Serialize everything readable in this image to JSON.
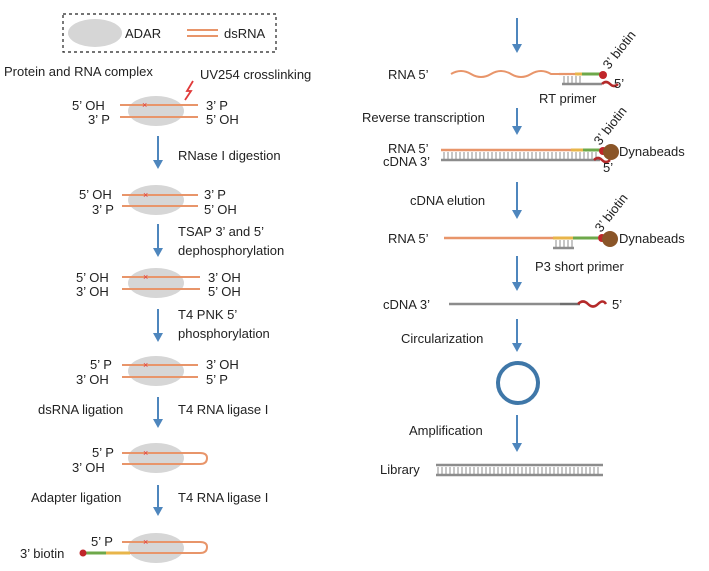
{
  "colors": {
    "arrow": "#4e86bd",
    "strand": "#e8956a",
    "ellipse": "#d6d6d6",
    "green": "#6ea84a",
    "yellow": "#e8b54a",
    "biotin": "#c0262a",
    "wavy": "#b42a2a",
    "dynabead": "#8a5528",
    "cdna": "#8c8c8c",
    "circle": "#3f77a8"
  },
  "legend": {
    "adar": "ADAR",
    "dsrna": "dsRNA"
  },
  "left": {
    "complex_label": "Protein and RNA complex",
    "crosslink_label": "UV254 crosslinking",
    "steps": [
      {
        "top_left": "5’ OH",
        "top_right": "3’ P",
        "bottom_left": "3’ P",
        "bottom_right": "5’ OH"
      },
      {
        "top_left": "5’ OH",
        "top_right": "3’ P",
        "bottom_left": "3’ P",
        "bottom_right": "5’ OH"
      },
      {
        "top_left": "5’ OH",
        "top_right": "3’ OH",
        "bottom_left": "3’ OH",
        "bottom_right": "5’ OH"
      },
      {
        "top_left": "5’ P",
        "top_right": "3’ OH",
        "bottom_left": "3’ OH",
        "bottom_right": "5’ P"
      },
      {
        "top_left": "5’ P",
        "bottom_left": "3’ OH"
      },
      {
        "top_left": "5’ P",
        "bottom_left": "3’ biotin"
      }
    ],
    "arrows": [
      {
        "label": "RNase I digestion",
        "label2": ""
      },
      {
        "label": "TSAP 3’ and 5’",
        "label2": "dephosphorylation"
      },
      {
        "label": "T4 PNK 5’",
        "label2": "phosphorylation"
      },
      {
        "label": "dsRNA ligation",
        "label2": "T4 RNA ligase I"
      },
      {
        "label": "Adapter ligation",
        "label2": "T4 RNA ligase I"
      }
    ]
  },
  "right": {
    "rna5": "RNA 5’",
    "biotin3": "3’ biotin",
    "five": "5’",
    "rt_primer": "RT primer",
    "reverse_transcription": "Reverse transcription",
    "cdna3": "cDNA 3’",
    "dynabeads": "Dynabeads",
    "cdna_elution": "cDNA elution",
    "p3_short_primer": "P3 short primer",
    "circularization": "Circularization",
    "amplification": "Amplification",
    "library": "Library"
  }
}
